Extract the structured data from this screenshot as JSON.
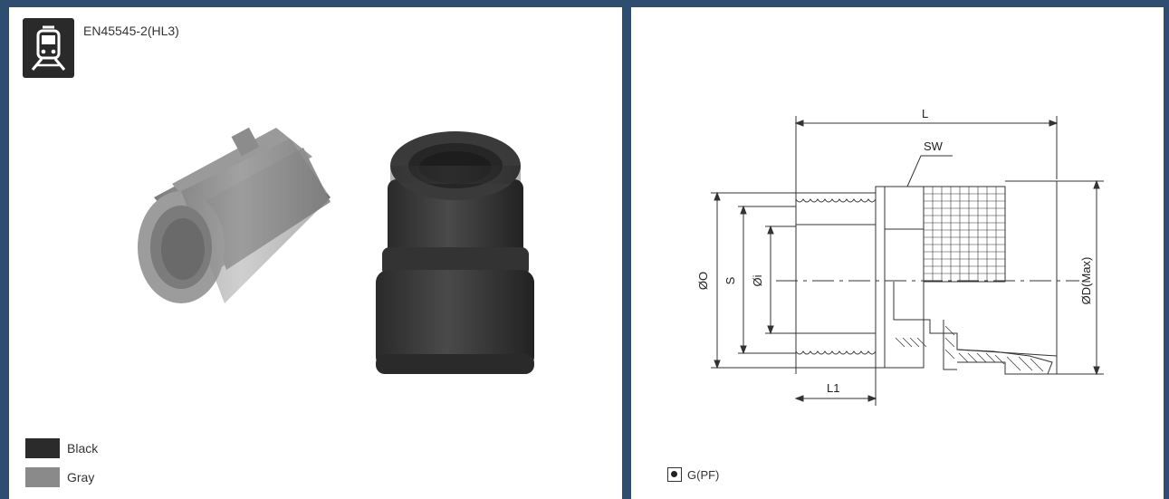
{
  "standard": {
    "label": "EN45545-2(HL3)",
    "icon": "train-icon"
  },
  "colors_legend": [
    {
      "label": "Black",
      "color": "#2b2b2b"
    },
    {
      "label": "Gray",
      "color": "#8a8a8a"
    }
  ],
  "dimensions": {
    "L": "L",
    "SW": "SW",
    "O": "ØO",
    "S": "S",
    "i": "Øi",
    "D": "ØD(Max)",
    "L1": "L1"
  },
  "thread": {
    "label": "G(PF)"
  }
}
